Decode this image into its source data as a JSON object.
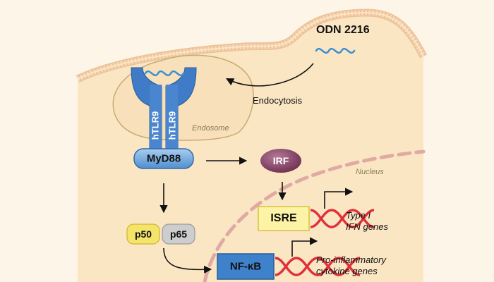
{
  "ligand": {
    "label": "ODN 2216"
  },
  "receptor": {
    "left_label": "hTLR9",
    "right_label": "hTLR9"
  },
  "compartments": {
    "endosome": "Endosome",
    "nucleus": "Nucleus"
  },
  "process": {
    "endocytosis": "Endocytosis"
  },
  "proteins": {
    "myd88": "MyD88",
    "irf": "IRF",
    "p50": "p50",
    "p65": "p65"
  },
  "elements": {
    "isre": "ISRE",
    "nfkb": "NF-κB"
  },
  "genes": {
    "type1_line1": "Type I",
    "type1_line2": "IFN genes",
    "proinf_line1": "Pro-inflammatory",
    "proinf_line2": "cytokine genes"
  },
  "colors": {
    "background": "#fdf6e8",
    "cytoplasm": "#fbe6c4",
    "membrane": "#f2c9a0",
    "receptor": "#3f7bc6",
    "myd88": "#6fa8dc",
    "irf": "#8e4a6c",
    "p50": "#f5e46a",
    "p65": "#c8c8c8",
    "isre": "#fdf3a6",
    "nfkb": "#3f82cc",
    "dna": "#e0303a",
    "ligand": "#3b8fd1",
    "nucleus_border": "#e0a8a3"
  }
}
